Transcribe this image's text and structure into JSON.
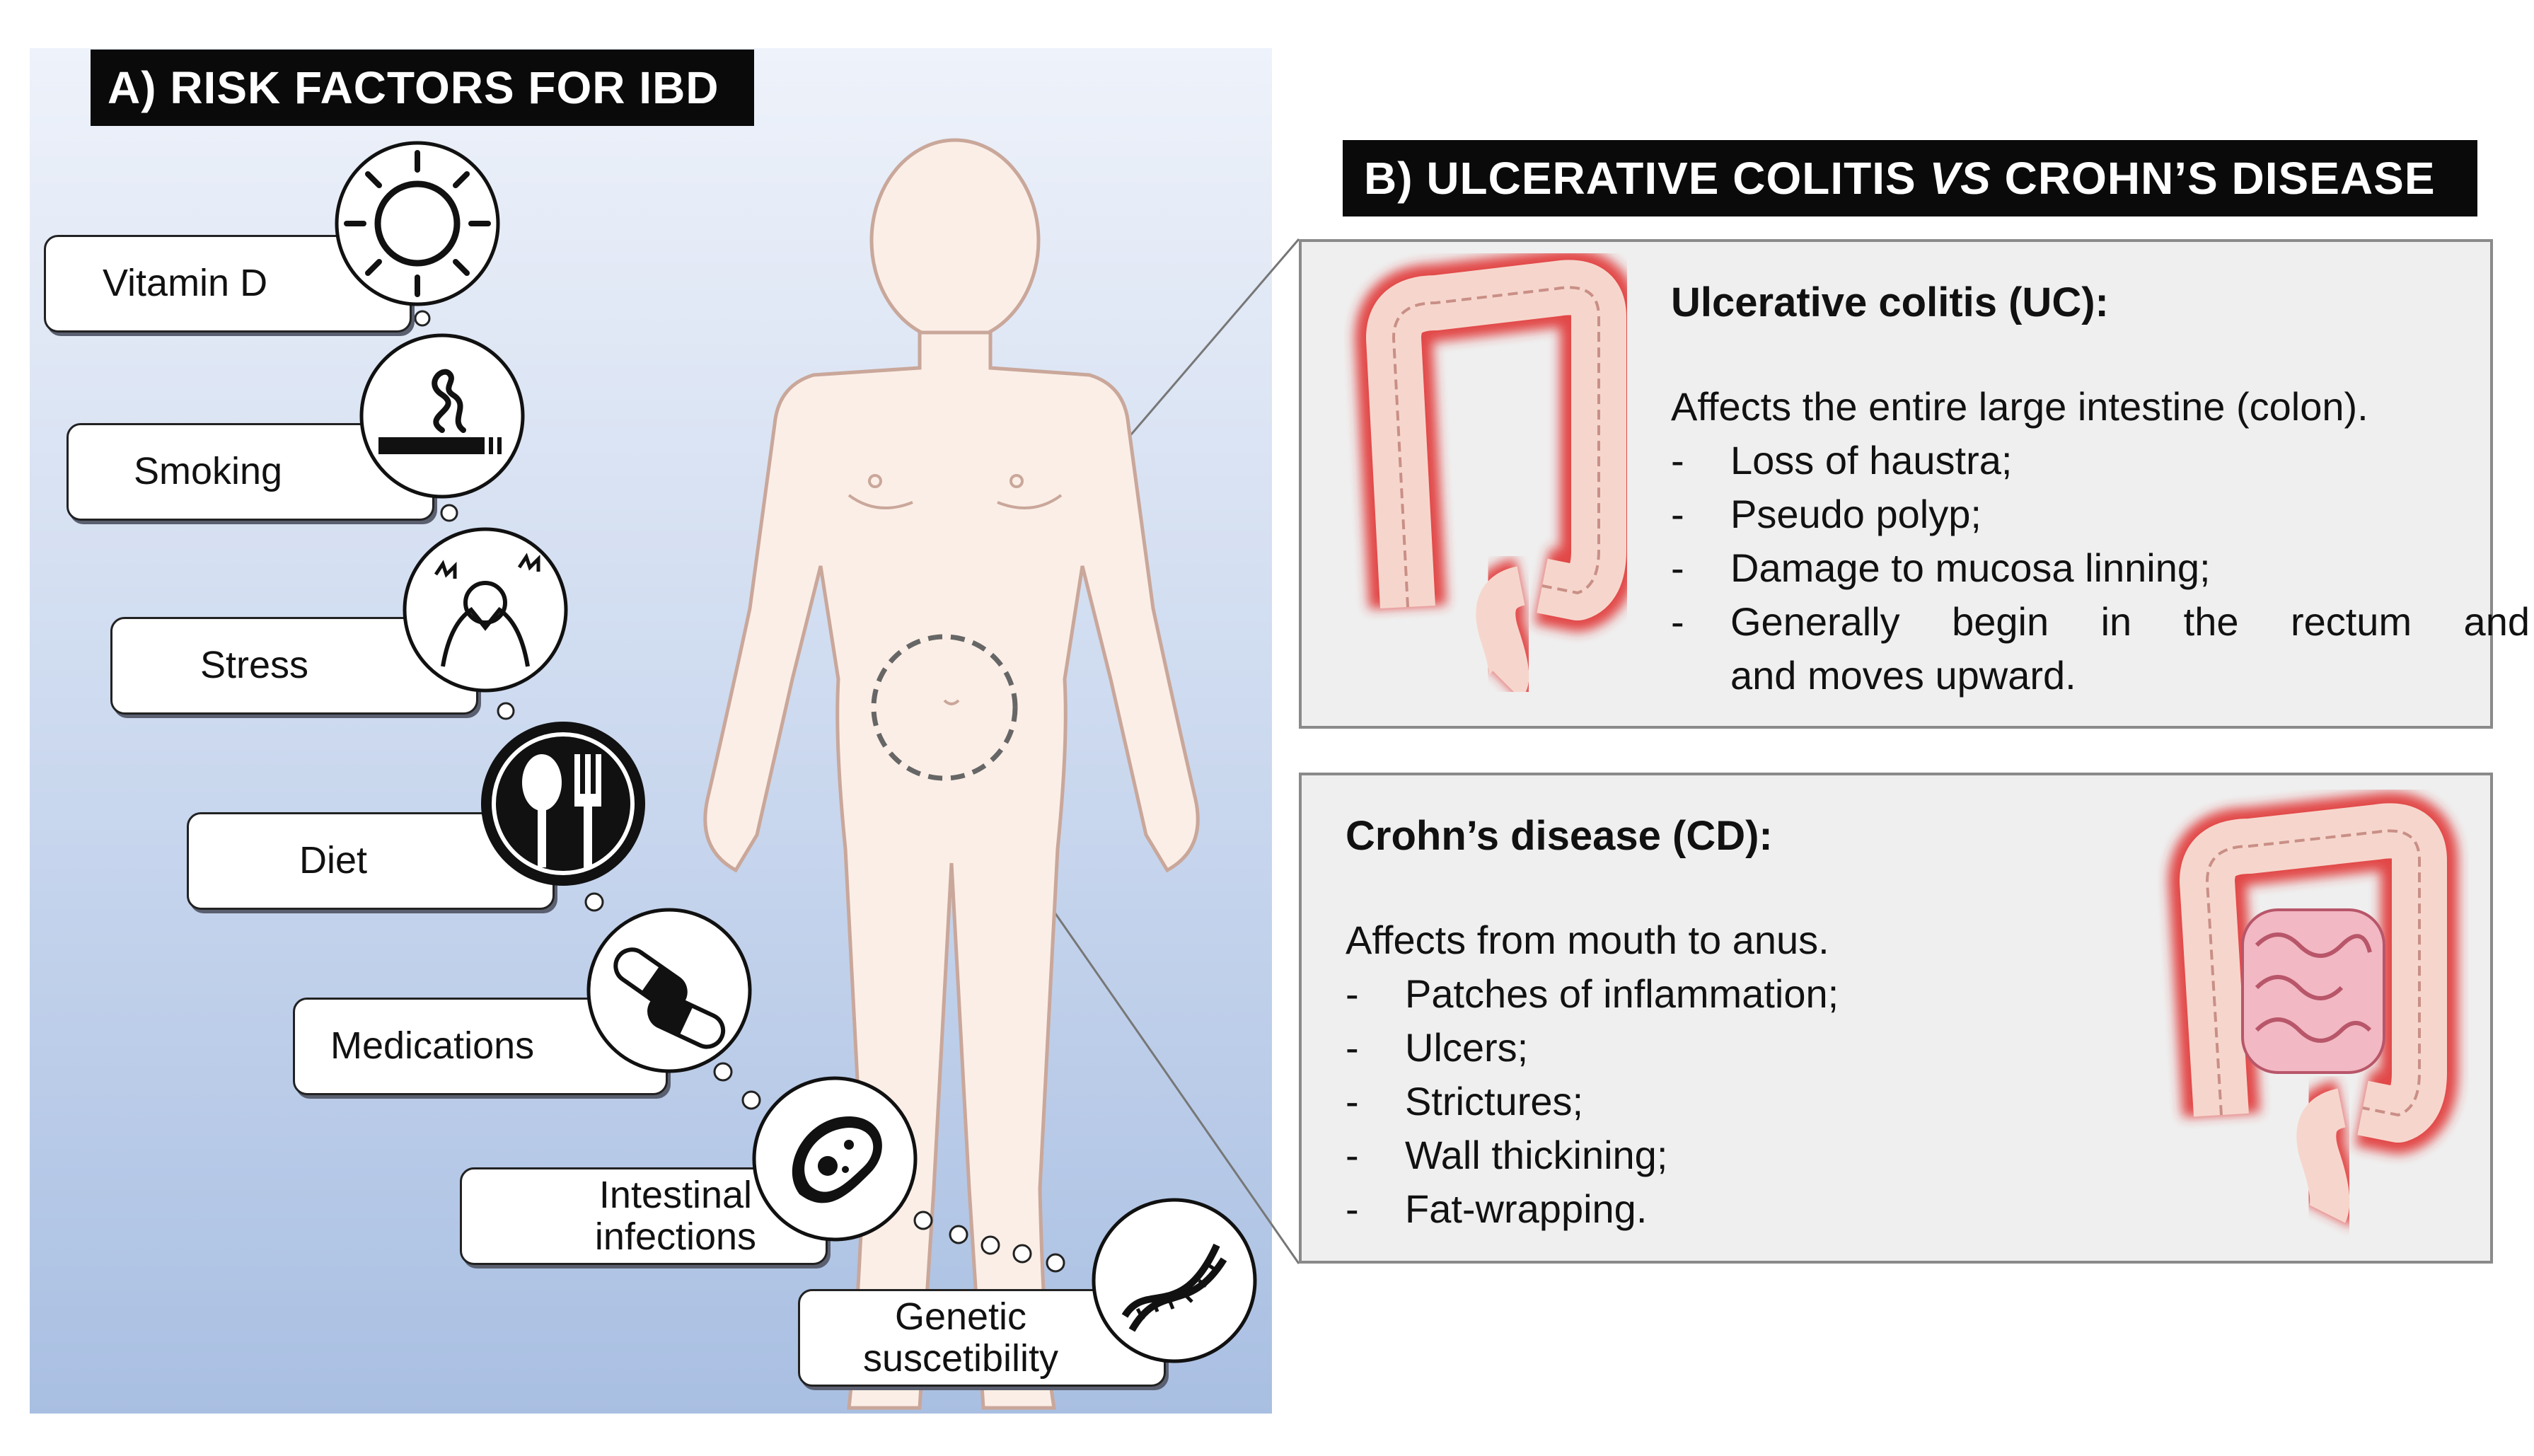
{
  "panel_a": {
    "header": "A) RISK FACTORS FOR IBD",
    "factors": [
      {
        "label": "Vitamin D",
        "icon": "sun-icon"
      },
      {
        "label": "Smoking",
        "icon": "cigarette-icon"
      },
      {
        "label": "Stress",
        "icon": "stressed-person-icon"
      },
      {
        "label": "Diet",
        "icon": "spoon-fork-icon"
      },
      {
        "label": "Medications",
        "icon": "capsule-icon"
      },
      {
        "label_line1": "Intestinal",
        "label_line2": "infections",
        "icon": "bacterium-icon"
      },
      {
        "label_line1": "Genetic",
        "label_line2": "suscetibility",
        "icon": "dna-icon"
      }
    ]
  },
  "panel_b": {
    "header_prefix": "B) ULCERATIVE COLITIS ",
    "header_vs": "VS",
    "header_suffix": " CROHN’S DISEASE",
    "uc": {
      "title": "Ulcerative colitis (UC):",
      "intro": "Affects the entire large intestine (colon).",
      "dash": "-",
      "items": [
        "Loss of haustra;",
        "Pseudo polyp;",
        "Damage to mucosa linning;",
        "Generally begin in the rectum and",
        "and moves upward."
      ]
    },
    "cd": {
      "title": "Crohn’s disease (CD):",
      "intro": "Affects from mouth to anus.",
      "dash": "-",
      "items": [
        "Patches of inflammation;",
        "Ulcers;",
        "Strictures;",
        "Wall thickining;",
        "Fat-wrapping."
      ]
    }
  },
  "colors": {
    "header_bg": "#0a0a0a",
    "inflammation": "#e02a2a",
    "body_skin": "#fbeee6",
    "panel_gradient_end": "#a9bfe2"
  }
}
